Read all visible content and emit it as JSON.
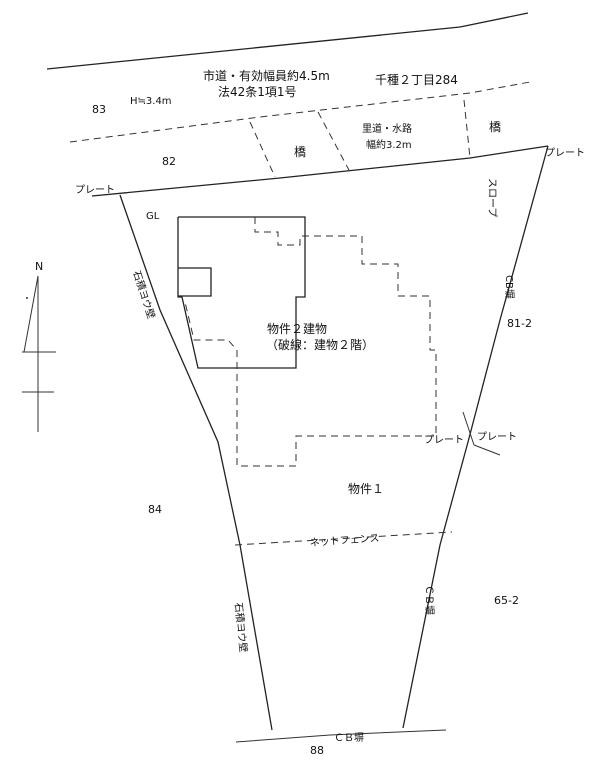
{
  "labels": {
    "road_line1": "市道・有効幅員約4.5m",
    "road_line2": "法42条1項1号",
    "address": "千種２丁目284",
    "height": "H≒3.4m",
    "lot_83": "83",
    "lot_82": "82",
    "bridge_left": "橋",
    "bridge_right": "橋",
    "waterway_line1": "里道・水路",
    "waterway_line2": "幅約3.2m",
    "plate_top_right": "プレート",
    "plate_left": "プレート",
    "slope": "スロープ",
    "gl": "GL",
    "stone_wall_upper": "石積ヨウ壁",
    "cb_wall_upper": "CB塀",
    "lot_81_2": "81-2",
    "north": "N",
    "building_line1": "物件２建物",
    "building_line2": "（破線：建物２階）",
    "plate_mid_left": "プレート",
    "plate_mid_right": "プレート",
    "property_1": "物件１",
    "lot_84": "84",
    "fence": "ネットフェンス",
    "cb_wall_lower": "ＣＢ塀",
    "lot_65_2": "65-2",
    "stone_wall_lower": "石積ヨウ壁",
    "cb_wall_bottom": "ＣＢ塀",
    "lot_88": "88"
  }
}
